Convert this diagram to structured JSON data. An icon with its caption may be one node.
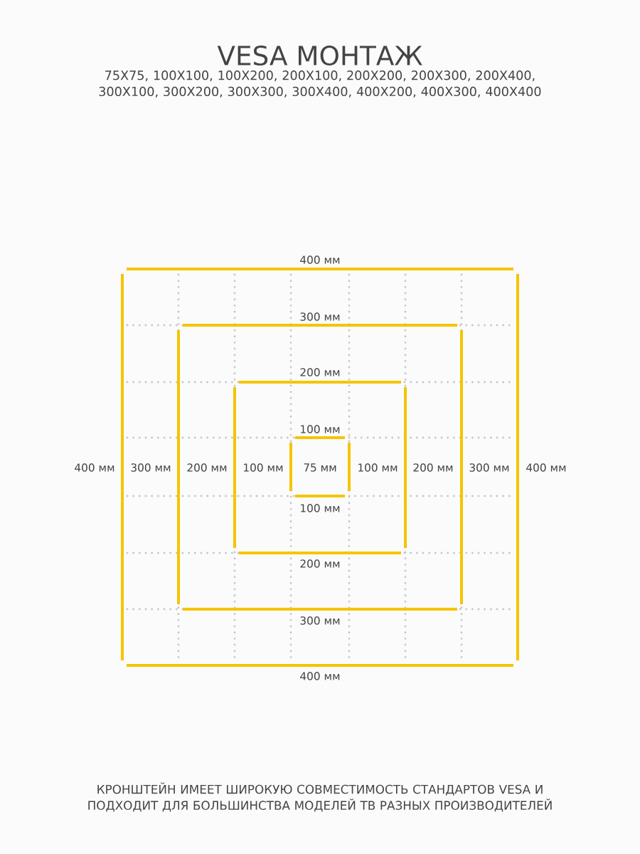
{
  "diagram": {
    "title": "VESA МОНТАЖ",
    "caption": "КРОНШТЕЙН ИМЕЕТ ШИРОКУЮ СОВМЕСТИМОСТЬ СТАНДАРТОВ VESA И ПОДХОДИТ ДЛЯ БОЛЬШИНСТВА МОДЕЛЕЙ ТВ РАЗНЫХ ПРОИЗВОДИТЕЛЕЙ",
    "labels": [
      "75X75, 100X100, 100X200, 200X100, 200X200, 200X300, 200X400, 300X100, 300X200, 300X300, 300X400, 400X200, 400X300, 400X400",
      "400 мм",
      "300 мм",
      "200 мм",
      "100 мм",
      "400 мм",
      "300 мм",
      "200 мм",
      "100 мм",
      "75 мм",
      "100 мм",
      "200 мм",
      "300 мм",
      "400 мм",
      "100 мм",
      "200 мм",
      "300 мм",
      "400 мм"
    ]
  }
}
